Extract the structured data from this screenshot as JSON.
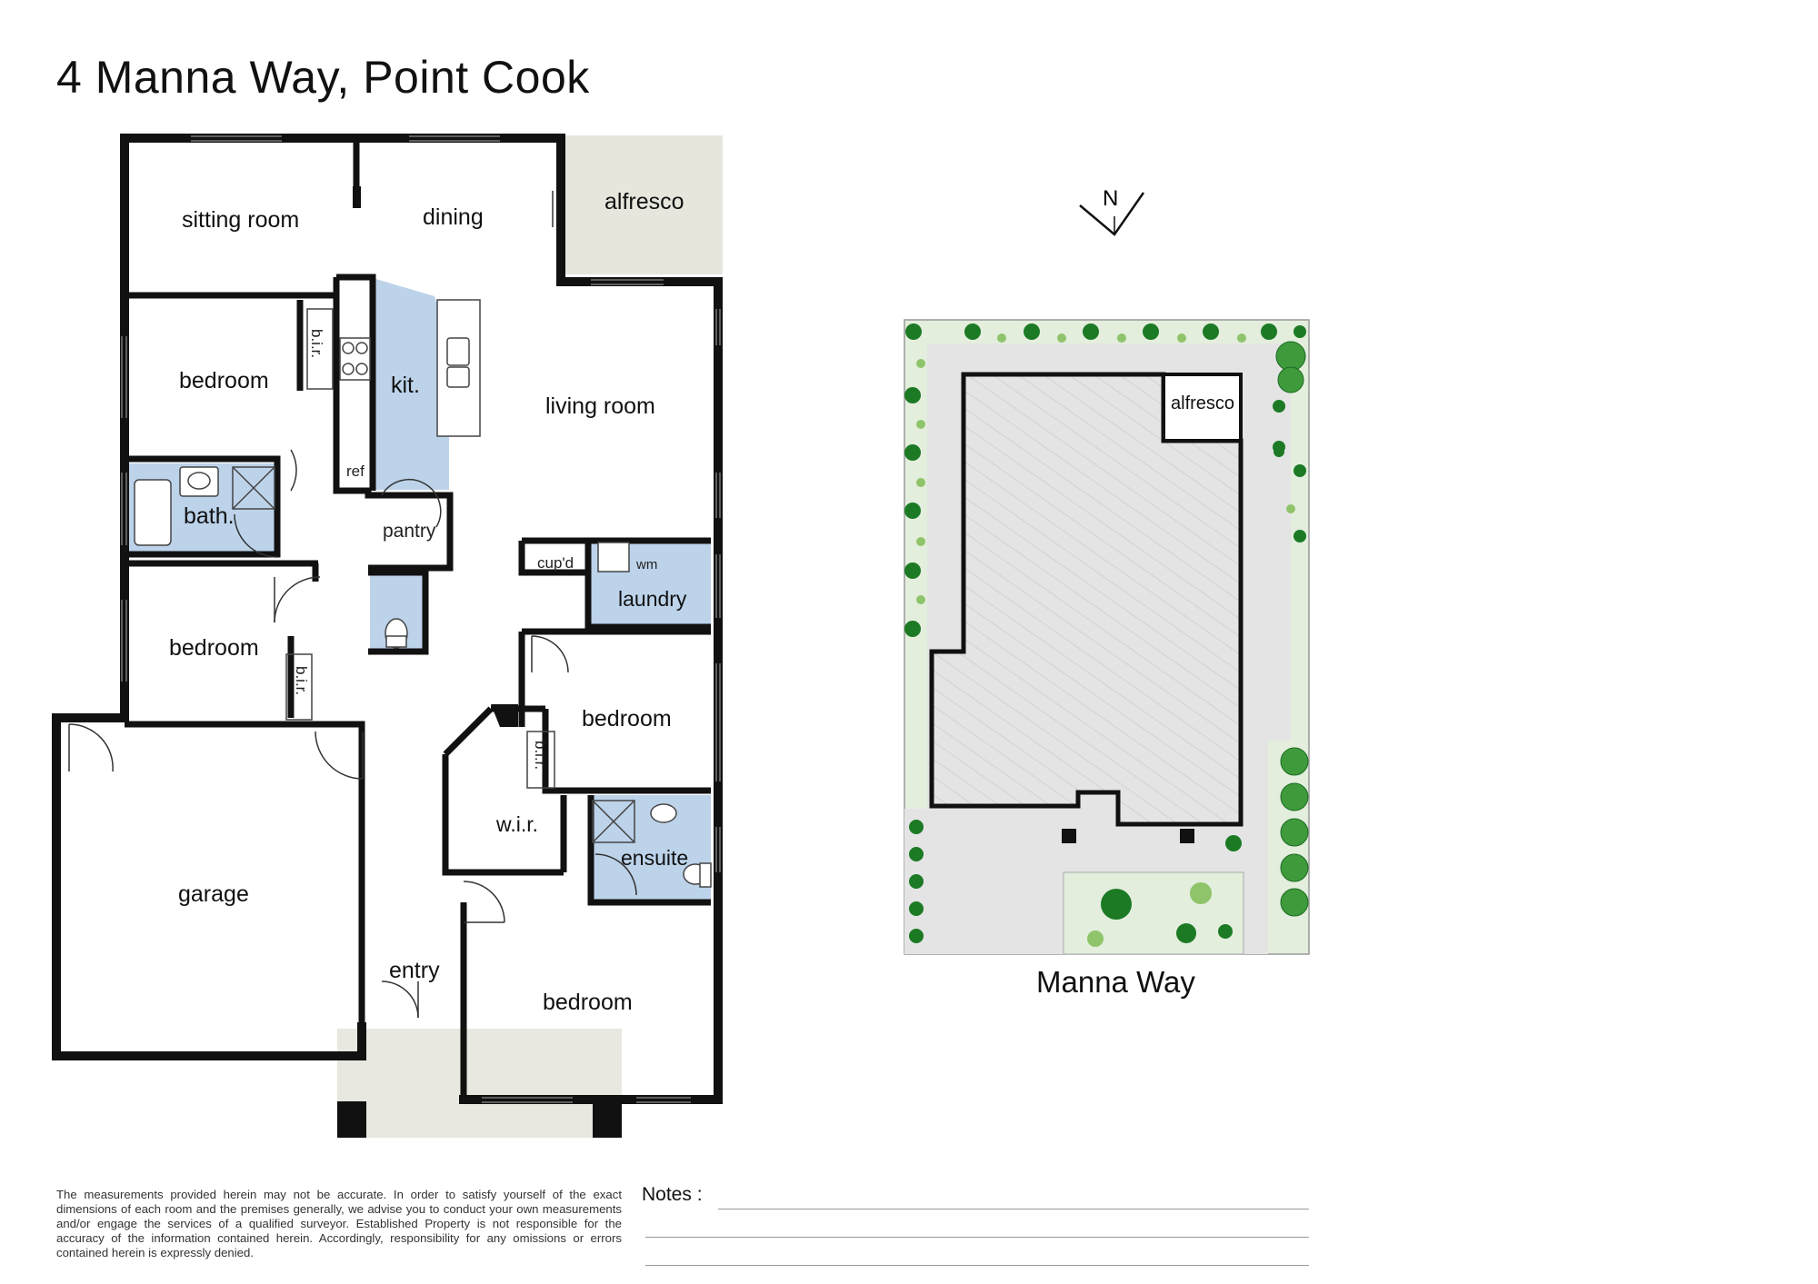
{
  "title": "4 Manna Way, Point Cook",
  "floorplan": {
    "rooms": {
      "sitting_room": "sitting room",
      "dining": "dining",
      "alfresco": "alfresco",
      "bedroom_1": "bedroom",
      "bir_1": "b.i.r.",
      "kit": "kit.",
      "living_room": "living room",
      "ref": "ref",
      "bath": "bath.",
      "pantry": "pantry",
      "cupd": "cup'd",
      "wm": "wm",
      "laundry": "laundry",
      "bedroom_2": "bedroom",
      "bir_2": "b.i.r.",
      "bedroom_3": "bedroom",
      "bir_3": "b.i.r.",
      "wir": "w.i.r.",
      "ensuite": "ensuite",
      "garage": "garage",
      "entry": "entry",
      "bedroom_4": "bedroom"
    },
    "colors": {
      "wet_area": "#bcd3ea",
      "alfresco": "#e6e6dc",
      "porch": "#e8e8e0",
      "wall": "#111111"
    }
  },
  "site_plan": {
    "north_label": "N",
    "alfresco_label": "alfresco",
    "street_label": "Manna Way",
    "colors": {
      "lawn": "#e3eedd",
      "paving": "#e4e4e4",
      "hatch": "#d6d6d6",
      "tree_dark": "#1c7a25",
      "tree_light": "#8fc46a"
    }
  },
  "disclaimer": "The measurements provided herein may not be accurate. In order to satisfy yourself of the exact dimensions of each room and the premises generally, we advise you to conduct your own measurements and/or engage the services of a qualified surveyor. Established Property is not responsible for the accuracy of the information contained herein. Accordingly, responsibility for any omissions or errors contained herein is expressly denied.",
  "notes_label": "Notes :"
}
